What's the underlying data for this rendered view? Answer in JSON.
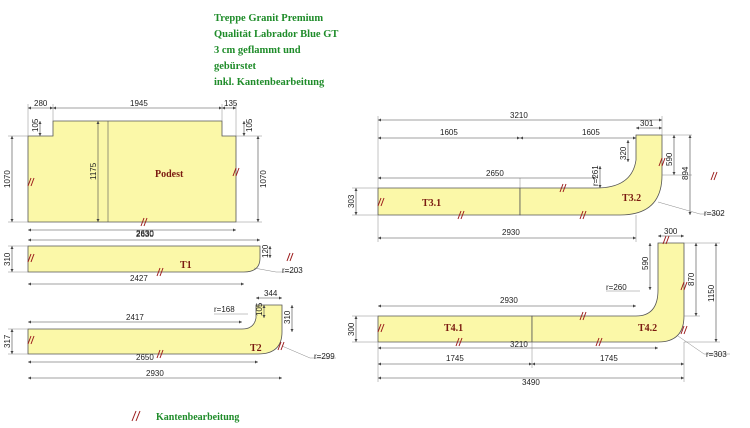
{
  "header": {
    "lines": [
      "Treppe Granit Premium",
      "Qualität Labrador Blue GT",
      "3 cm geflammt und",
      "gebürstet",
      "inkl. Kantenbearbeitung"
    ]
  },
  "pieces": {
    "podest": "Podest",
    "t1": "T1",
    "t2": "T2",
    "t31": "T3.1",
    "t32": "T3.2",
    "t41": "T4.1",
    "t42": "T4.2"
  },
  "dims": {
    "podest_top_left": "280",
    "podest_top_mid": "1945",
    "podest_top_right": "135",
    "podest_notch_left": "105",
    "podest_notch_right": "105",
    "podest_height_left": "1070",
    "podest_height_mid": "1175",
    "podest_height_right": "1070",
    "podest_bottom": "2630",
    "t1_top": "2630",
    "t1_bottom": "2427",
    "t1_height": "310",
    "t1_right": "120",
    "t1_radius": "r=203",
    "t2_top_inner": "2417",
    "t2_top_right": "344",
    "t2_radius_small": "r=168",
    "t2_notch": "105",
    "t2_right": "310",
    "t2_height": "317",
    "t2_bottom_inner": "2650",
    "t2_bottom": "2930",
    "t2_radius": "r=299",
    "t3_total": "3210",
    "t3_left": "1605",
    "t3_right": "1605",
    "t3_top_right": "301",
    "t3_inner_len": "2650",
    "t3_notch": "320",
    "t3_small_radius": "r=261",
    "t3_h1": "590",
    "t3_h2": "894",
    "t3_height": "303",
    "t3_bottom": "2930",
    "t3_radius": "r=302",
    "t4_top": "300",
    "t4_h1": "590",
    "t4_h2": "870",
    "t4_h3": "1150",
    "t4_small_radius": "r=260",
    "t4_inner_len": "2930",
    "t4_height": "300",
    "t4_total": "3210",
    "t4_left": "1745",
    "t4_right": "1745",
    "t4_bottom": "3490",
    "t4_radius": "r=303"
  },
  "legend": {
    "label": "Kantenbearbeitung"
  },
  "colors": {
    "piece_fill": "#fbf8a8",
    "edge_mark": "#9b1b1b",
    "header_text": "#1f8c2a"
  }
}
